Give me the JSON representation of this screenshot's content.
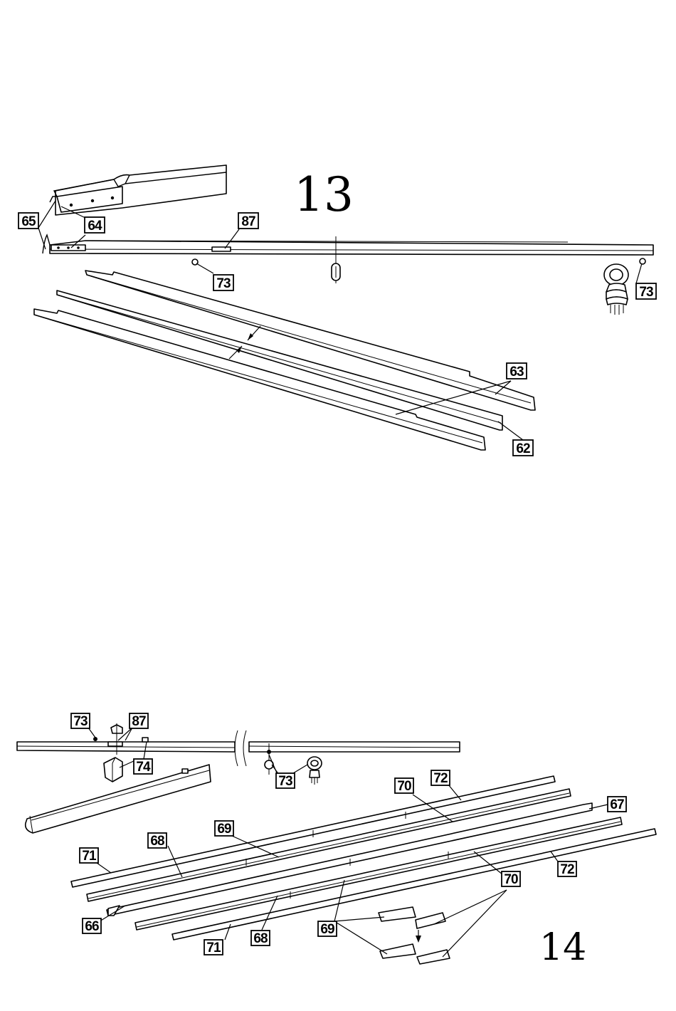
{
  "steps": [
    {
      "id": "13",
      "label": "13"
    },
    {
      "id": "14",
      "label": "14"
    }
  ],
  "callouts": {
    "s13_65": "65",
    "s13_64": "64",
    "s13_87": "87",
    "s13_73a": "73",
    "s13_73b": "73",
    "s13_63": "63",
    "s13_62": "62",
    "s14_73a": "73",
    "s14_87": "87",
    "s14_74": "74",
    "s14_73b": "73",
    "s14_70a": "70",
    "s14_72a": "72",
    "s14_67": "67",
    "s14_69a": "69",
    "s14_68a": "68",
    "s14_71a": "71",
    "s14_72b": "72",
    "s14_70b": "70",
    "s14_66": "66",
    "s14_69b": "69",
    "s14_68b": "68",
    "s14_71b": "71"
  }
}
